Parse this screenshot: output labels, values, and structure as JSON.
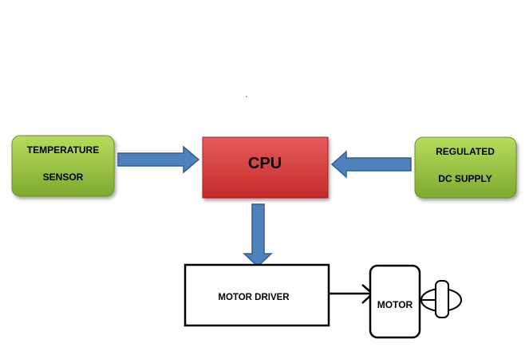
{
  "nodes": {
    "temperature_sensor": {
      "line1": "TEMPERATURE",
      "line2": "SENSOR",
      "fill": "#8fbf3a"
    },
    "cpu": {
      "label": "CPU",
      "fill": "#d33a3a"
    },
    "regulated_dc_supply": {
      "line1": "REGULATED",
      "line2": "DC SUPPLY",
      "fill": "#8fbf3a"
    },
    "motor_driver": {
      "label": "MOTOR DRIVER"
    },
    "motor": {
      "label": "MOTOR"
    }
  },
  "colors": {
    "arrow_fill": "#4f81bd",
    "arrow_stroke": "#2f5f8f",
    "outline": "#000000"
  }
}
